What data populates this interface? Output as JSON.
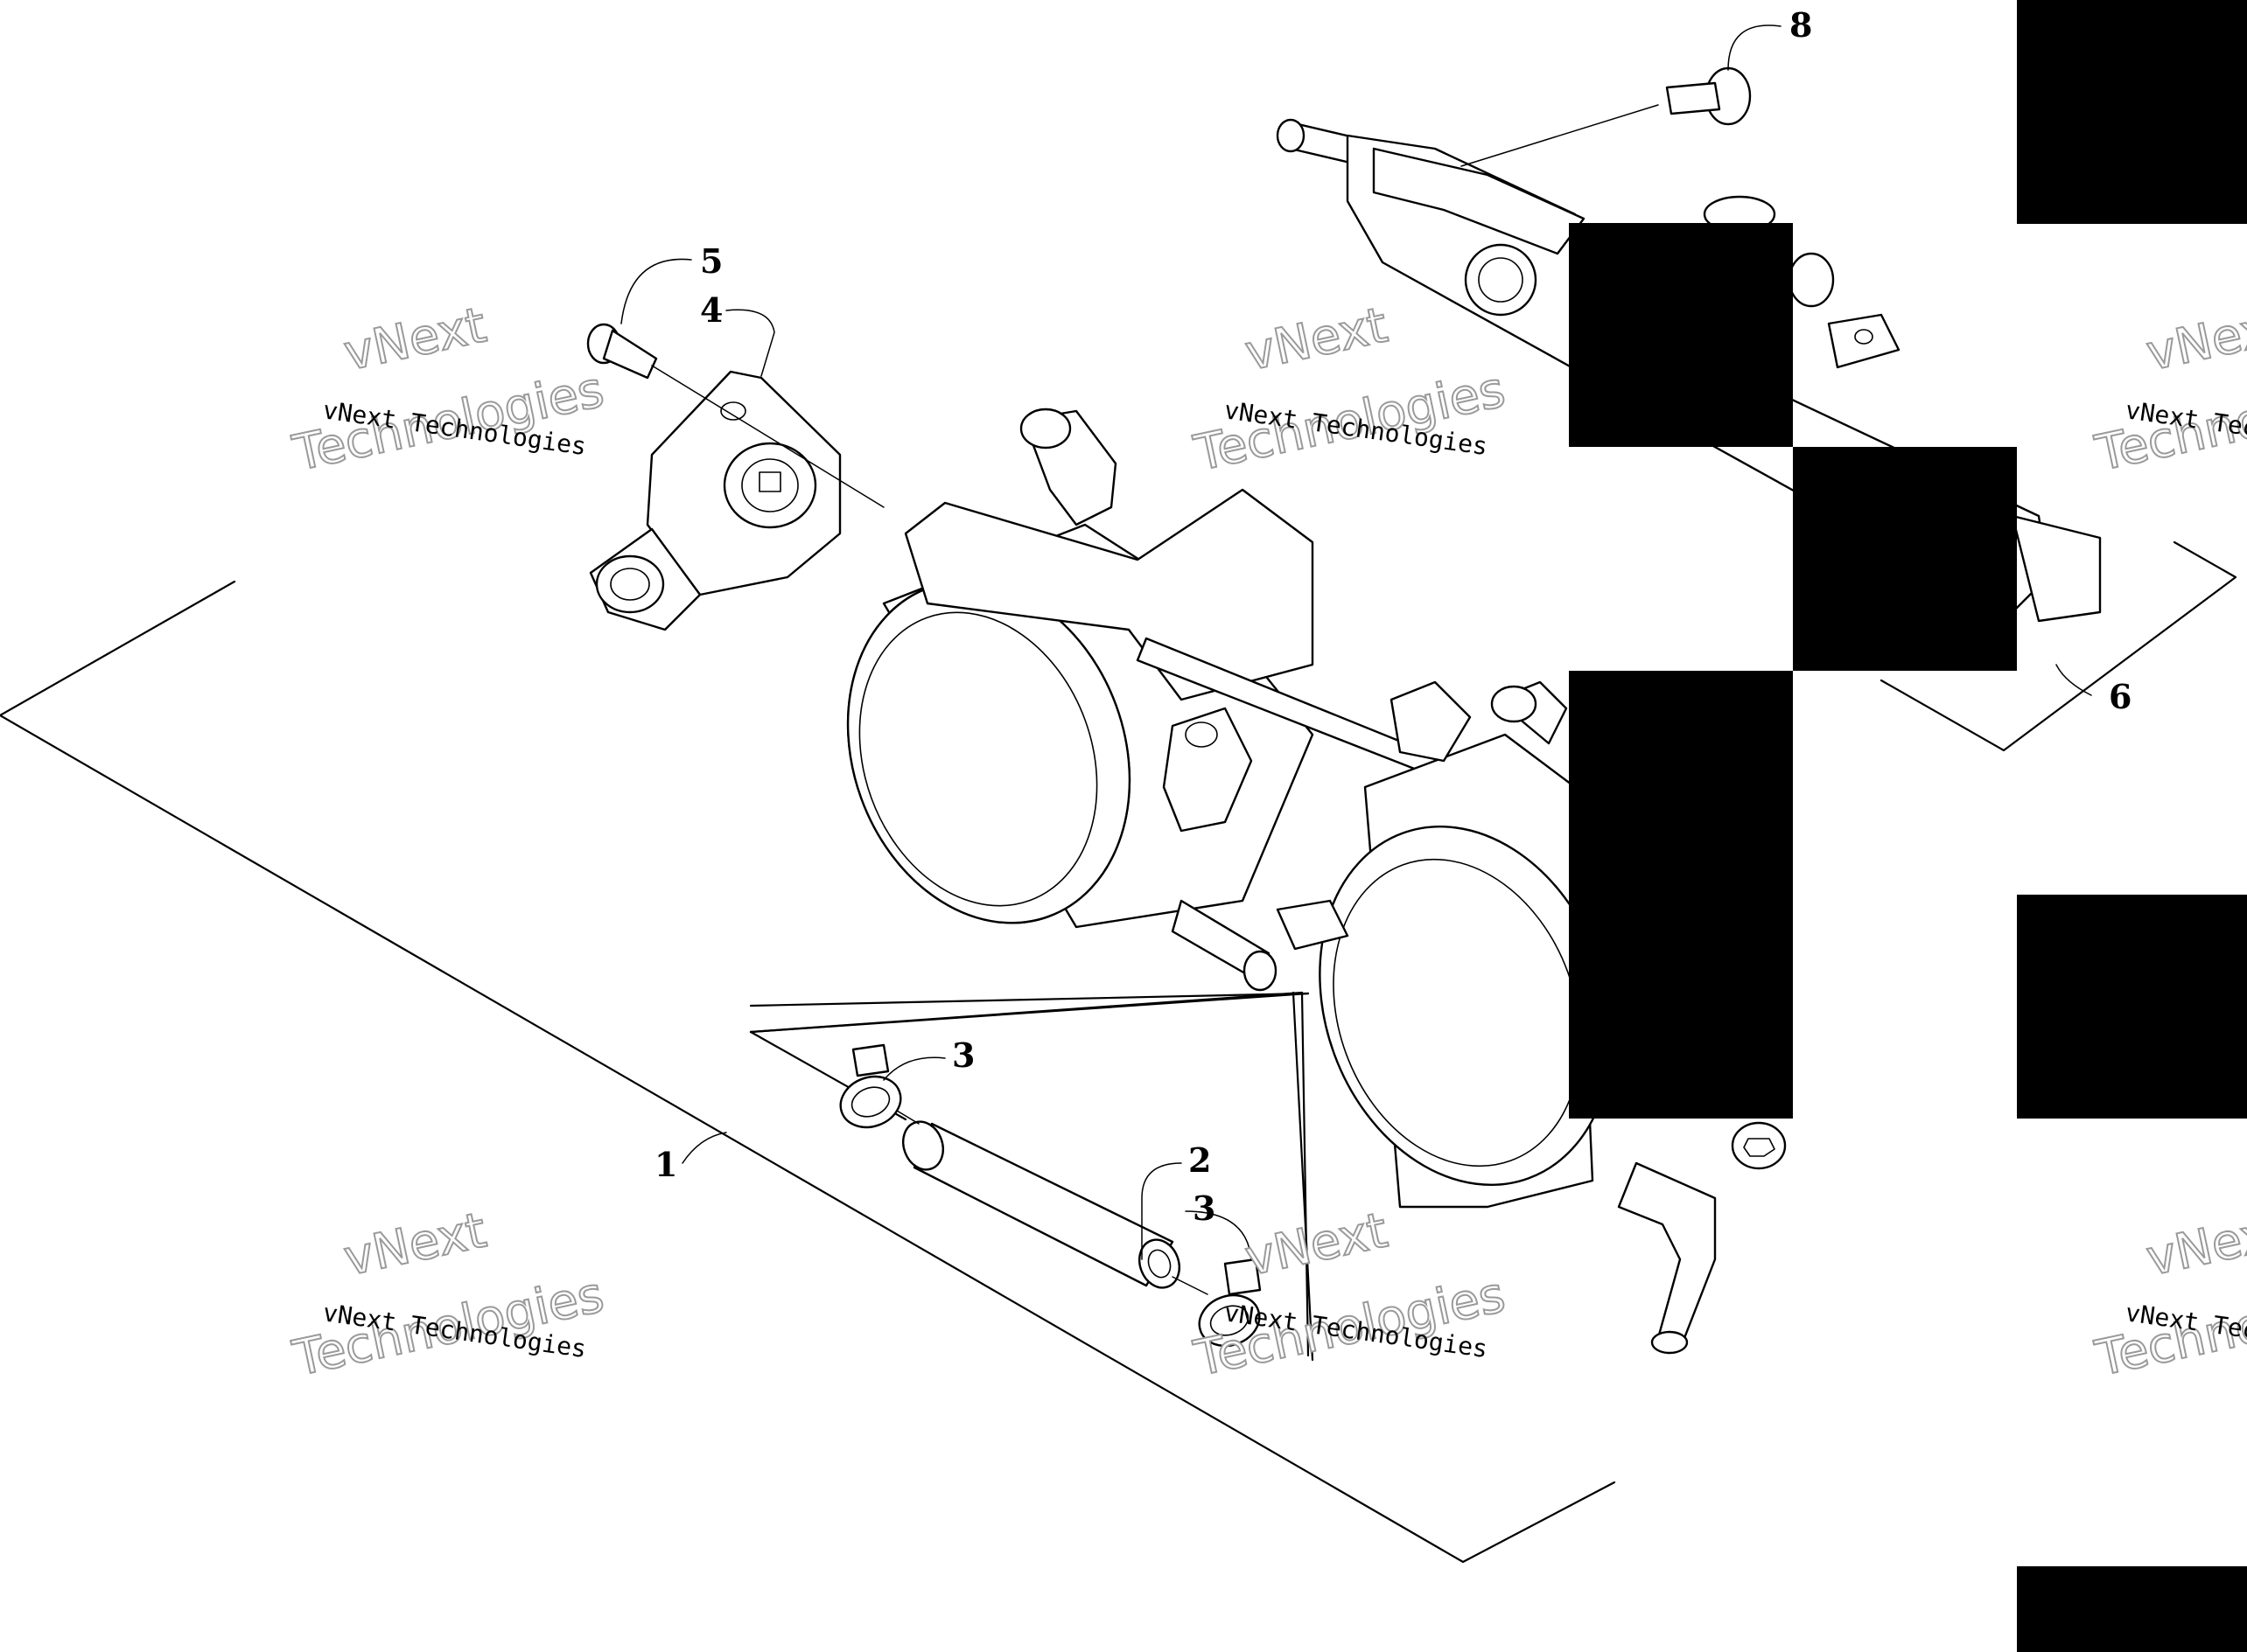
{
  "callouts": [
    {
      "label": "1"
    },
    {
      "label": "2"
    },
    {
      "label": "3"
    },
    {
      "label": "3"
    },
    {
      "label": "4"
    },
    {
      "label": "5"
    },
    {
      "label": "6"
    },
    {
      "label": "8"
    }
  ],
  "watermark": {
    "brand_top": "vNext",
    "brand_small": "vNext Technologies",
    "brand_bottom": "Technologies"
  },
  "colors": {
    "line": "#000000",
    "background": "#ffffff",
    "redaction": "#000000",
    "watermark_outline": "#9a9a9a"
  }
}
